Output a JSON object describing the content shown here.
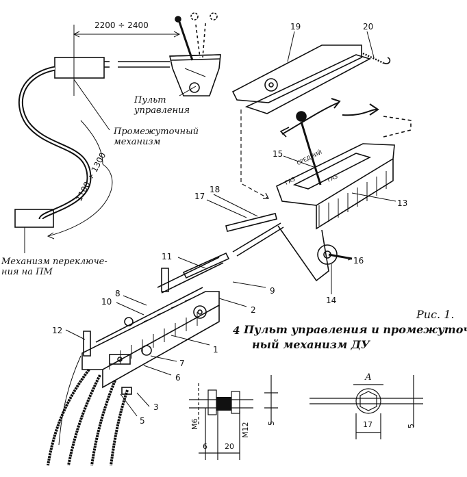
{
  "labels": {
    "dim_top": "2200 ÷ 2400",
    "dim_cable": "1100 ÷ 1300",
    "control_panel": "Пульт\nуправления",
    "intermediate": "Промежуточный\nмеханизм",
    "switch_mech": "Механизм переключе-\nния на ПМ"
  },
  "lever_marks": {
    "left": "ГАЗ",
    "center": "СРЕДНИЙ",
    "right": "ГАЗ"
  },
  "figure": {
    "ref": "Рис. 1.",
    "number": "4",
    "caption_line1": "Пульт управления и промежуточ-",
    "caption_line2": "ный механизм ДУ"
  },
  "detail": {
    "section_label": "А",
    "m6": "М6",
    "m12": "М12",
    "d6": "6",
    "d20": "20",
    "d5a": "5",
    "d17": "17",
    "d5b": "5"
  },
  "parts": [
    "1",
    "2",
    "3",
    "5",
    "6",
    "7",
    "8",
    "9",
    "10",
    "11",
    "12",
    "13",
    "14",
    "15",
    "16",
    "17",
    "18",
    "19",
    "20"
  ]
}
